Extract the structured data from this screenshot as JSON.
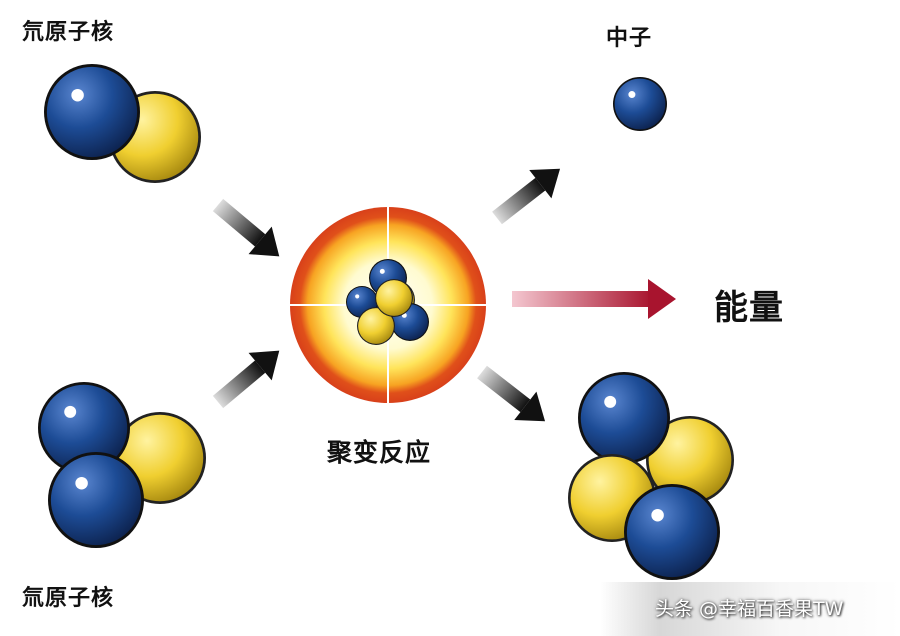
{
  "labels": {
    "deuterium": "氘原子核",
    "tritium": "氚原子核",
    "neutron": "中子",
    "energy": "能量",
    "fusion": "聚变反应"
  },
  "watermark": "头条 @幸福百香果TW",
  "colors": {
    "proton": "#f2d23a",
    "neutron": "#1f4a8c",
    "burst_outer": "#e2541a",
    "arrow": "#222222",
    "energy_arrow": "#b0203a"
  }
}
